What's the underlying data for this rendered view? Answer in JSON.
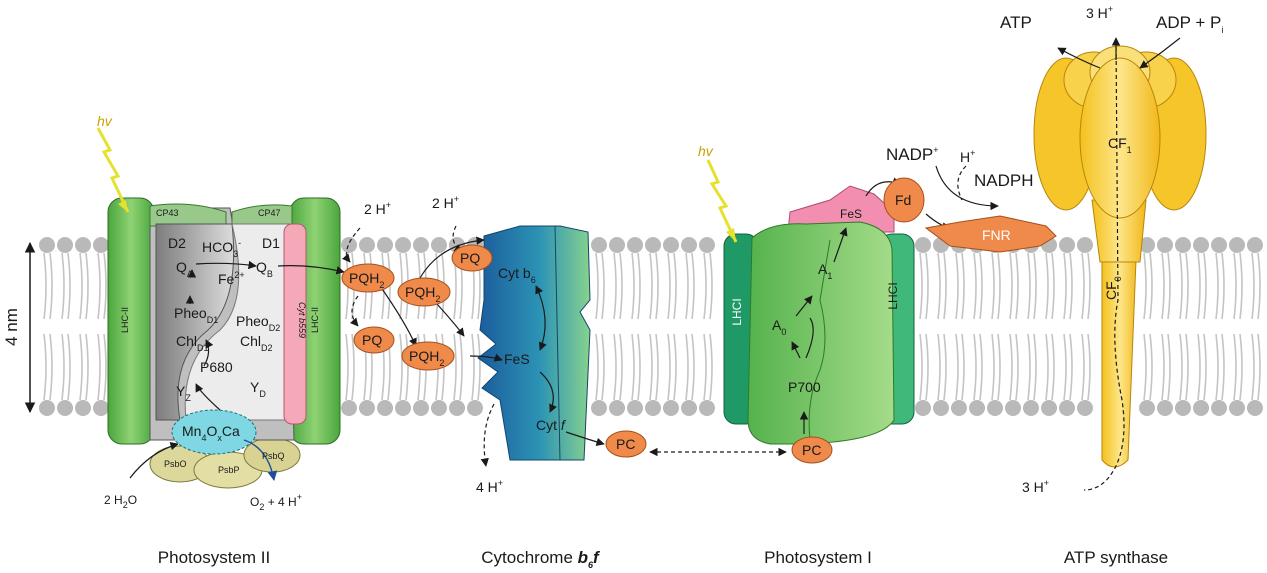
{
  "membrane": {
    "thickness": "4 nm"
  },
  "captions": {
    "psii": "Photosystem II",
    "cyt_prefix": "Cytochrome ",
    "cyt_b": "b",
    "cyt_6": "6",
    "cyt_f": "f",
    "psi": "Photosystem I",
    "atp": "ATP synthase"
  },
  "psii": {
    "hv": "hv",
    "cp43": "CP43",
    "cp47": "CP47",
    "lhcii_left": "LHC-II",
    "lhcii_right": "LHC-II",
    "cyt_b559": "Cyt b559",
    "d2": "D2",
    "d1": "D1",
    "hco3": "HCO",
    "hco3_sub": "3",
    "hco3_sup": "-",
    "qa": "Q",
    "qa_sub": "A",
    "qb": "Q",
    "qb_sub": "B",
    "fe": "Fe",
    "fe_sup": "2+",
    "pheo_d1": "Pheo",
    "pheo_d1_sub": "D1",
    "pheo_d2": "Pheo",
    "pheo_d2_sub": "D2",
    "chl_d1": "Chl",
    "chl_d1_sub": "D1",
    "chl_d2": "Chl",
    "chl_d2_sub": "D2",
    "p680": "P680",
    "yz": "Y",
    "yz_sub": "Z",
    "yd": "Y",
    "yd_sub": "D",
    "mn": "Mn",
    "mn_4": "4",
    "mn_o": "O",
    "mn_x": "x",
    "mn_ca": "Ca",
    "psbo": "PsbO",
    "psbp": "PsbP",
    "psbq": "PsbQ",
    "water": "2 H",
    "water_sub": "2",
    "water_o": "O",
    "o2": "O",
    "o2_sub": "2",
    "o2_rest": " + 4 H",
    "o2_sup": "+"
  },
  "pool": {
    "pqh2_a": "PQH",
    "pqh2_b": "PQH",
    "pqh2_c": "PQH",
    "sub2": "2",
    "pq_a": "PQ",
    "pq_b": "PQ",
    "h_top_left": "2 H",
    "h_top_right": "2 H",
    "h_sup": "+"
  },
  "cytb6f": {
    "cytb": "Cyt b",
    "cytb_sub": "6",
    "fes": "FeS",
    "cytf": "Cyt ",
    "cytf_it": "f",
    "h_lumen": "4 H",
    "h_sup": "+",
    "pc_a": "PC",
    "pc_b": "PC"
  },
  "psi": {
    "hv": "hv",
    "lhci_left": "LHCI",
    "lhci_right": "LHCI",
    "fes": "FeS",
    "a1": "A",
    "a1_sub": "1",
    "a0": "A",
    "a0_sub": "0",
    "p700": "P700",
    "fd": "Fd",
    "fnr": "FNR",
    "nadp": "NADP",
    "nadp_sup": "+",
    "h": "H",
    "h_sup": "+",
    "nadph": "NADPH"
  },
  "atpsynthase": {
    "atp": "ATP",
    "h_top": "3 H",
    "h_sup": "+",
    "adp": "ADP + P",
    "adp_sub": "i",
    "cf1": "CF",
    "cf1_sub": "1",
    "cf0": "CF",
    "cf0_sub": "0",
    "h_bottom": "3 H"
  }
}
